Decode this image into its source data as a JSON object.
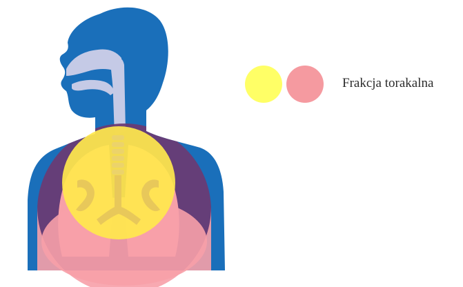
{
  "legend": {
    "label": "Frakcja torakalna",
    "swatches": [
      {
        "name": "yellow-swatch",
        "color": "#ffff66"
      },
      {
        "name": "pink-swatch",
        "color": "#f59aa0"
      }
    ]
  },
  "colors": {
    "body": "#1a6fba",
    "airway": "#c5cae6",
    "yellow_overlay": "#ffe84d",
    "pink_overlay": "#f7a0a8",
    "purple_overlay": "#6b3a72"
  }
}
